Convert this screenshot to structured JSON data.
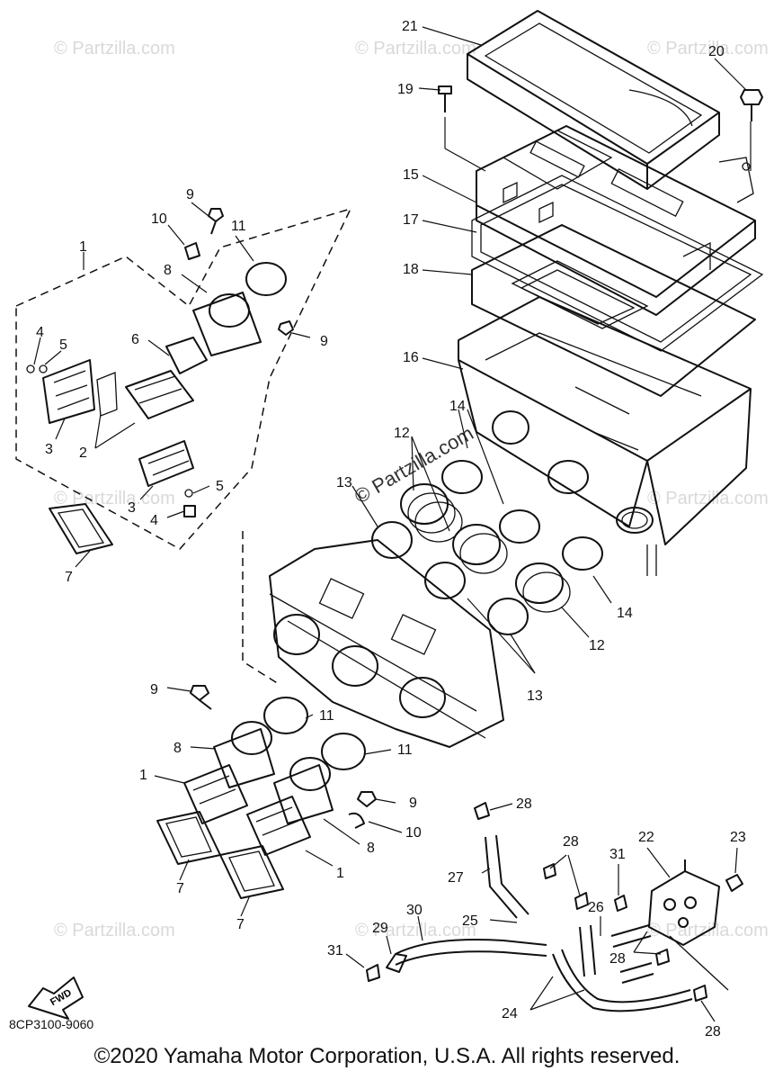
{
  "diagram_code": "8CP3100-9060",
  "copyright": "©2020 Yamaha Motor Corporation, U.S.A. All rights reserved.",
  "watermark": "© Partzilla.com",
  "center_watermark": "© Partzilla.com",
  "fwd_label": "FWD",
  "callouts": {
    "c1a": "1",
    "c1b": "1",
    "c1c": "1",
    "c2": "2",
    "c3a": "3",
    "c3b": "3",
    "c4a": "4",
    "c4b": "4",
    "c5a": "5",
    "c5b": "5",
    "c6": "6",
    "c7a": "7",
    "c7b": "7",
    "c7c": "7",
    "c8a": "8",
    "c8b": "8",
    "c8c": "8",
    "c9a": "9",
    "c9b": "9",
    "c9c": "9",
    "c9d": "9",
    "c10a": "10",
    "c10b": "10",
    "c11a": "11",
    "c11b": "11",
    "c11c": "11",
    "c12a": "12",
    "c12b": "12",
    "c13a": "13",
    "c13b": "13",
    "c14a": "14",
    "c14b": "14",
    "c15": "15",
    "c16": "16",
    "c17": "17",
    "c18": "18",
    "c19": "19",
    "c20": "20",
    "c21": "21",
    "c22": "22",
    "c23": "23",
    "c24": "24",
    "c25": "25",
    "c26": "26",
    "c27": "27",
    "c28a": "28",
    "c28b": "28",
    "c28c": "28",
    "c28d": "28",
    "c29": "29",
    "c30": "30",
    "c31a": "31",
    "c31b": "31"
  }
}
